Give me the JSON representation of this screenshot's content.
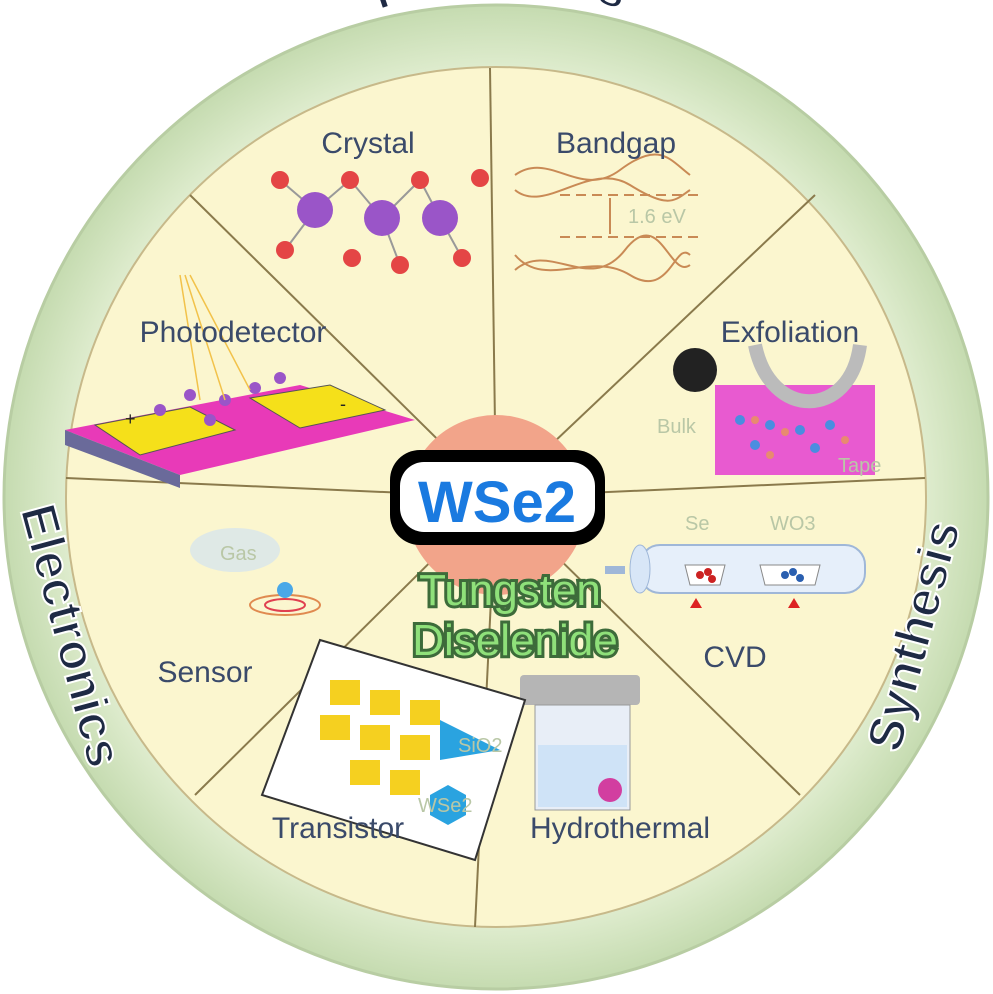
{
  "center": {
    "formula": "WSe2",
    "name_line1": "Tungsten",
    "name_line2": "Diselenide"
  },
  "ring_labels": {
    "top": "Properties",
    "right": "Synthesis",
    "left": "Electronics"
  },
  "segments": {
    "crystal": "Crystal",
    "bandgap": "Bandgap",
    "exfoliation": "Exfoliation",
    "cvd": "CVD",
    "hydrothermal": "Hydrothermal",
    "transistor": "Transistor",
    "sensor": "Sensor",
    "photodetector": "Photodetector"
  },
  "annotations": {
    "bandgap_value": "1.6 eV",
    "bulk": "Bulk",
    "tape": "Tape",
    "se": "Se",
    "wo3": "WO3",
    "gas": "Gas",
    "sio2": "SiO2",
    "wse2": "WSe2",
    "plus": "+",
    "minus": "-"
  },
  "colors": {
    "ring": "#d9eac6",
    "pie": "#fbf6cf",
    "divider": "#8a7a4c",
    "formula": "#1a7ae0",
    "name": "#8fe07a"
  }
}
